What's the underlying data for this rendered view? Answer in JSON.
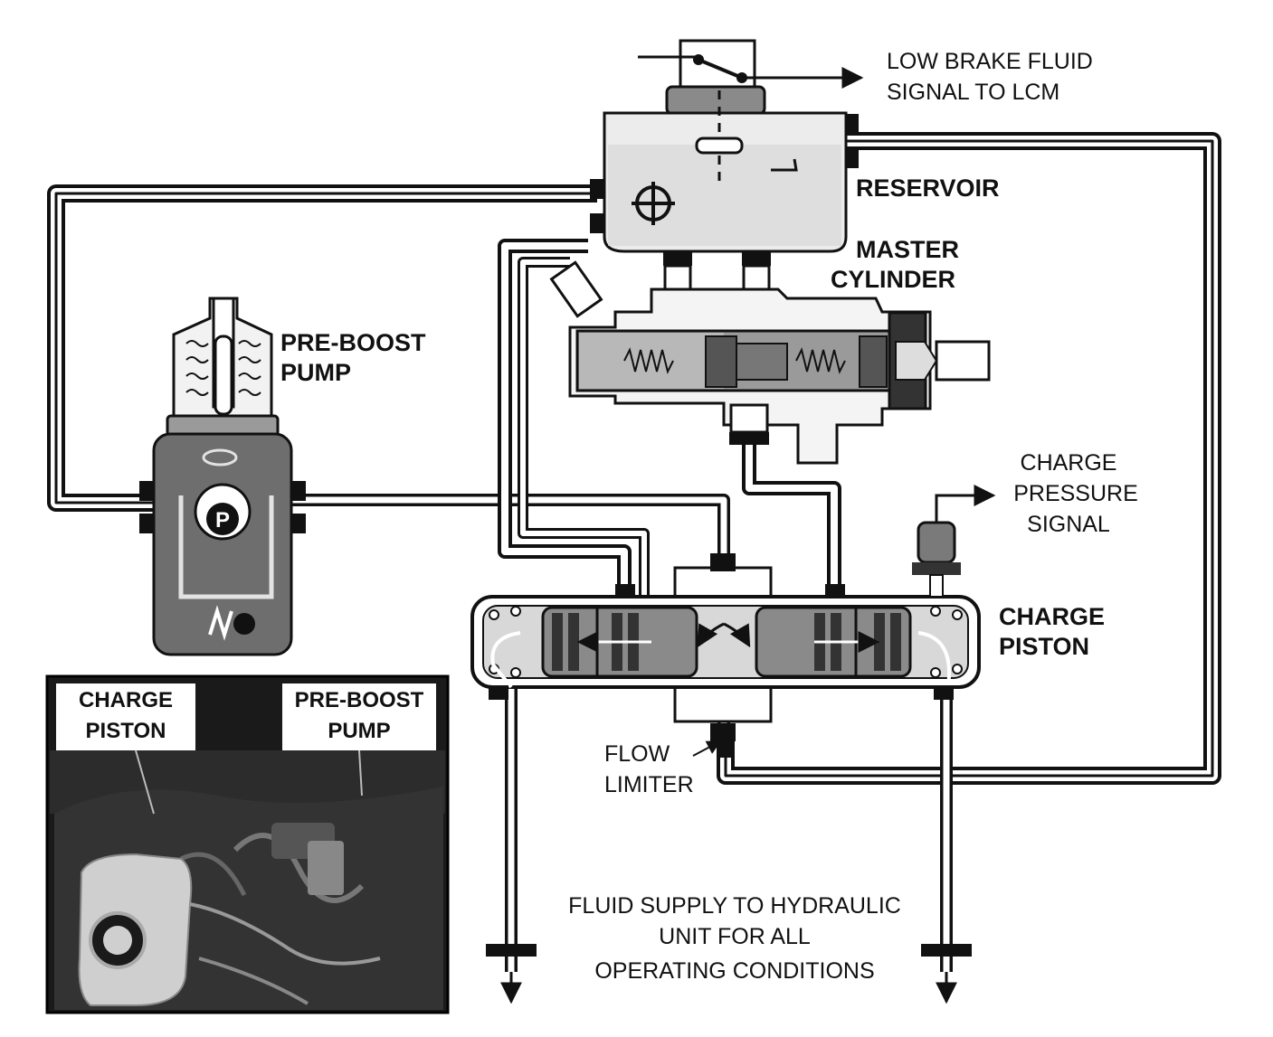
{
  "labels": {
    "low_fluid_line1": "LOW BRAKE FLUID",
    "low_fluid_line2": "SIGNAL TO LCM",
    "reservoir": "RESERVOIR",
    "master_line1": "MASTER",
    "master_line2": "CYLINDER",
    "preboost_line1": "PRE-BOOST",
    "preboost_line2": "PUMP",
    "pump_symbol": "P",
    "charge_signal_line1": "CHARGE",
    "charge_signal_line2": "PRESSURE",
    "charge_signal_line3": "SIGNAL",
    "charge_piston_line1": "CHARGE",
    "charge_piston_line2": "PISTON",
    "flow_limiter_line1": "FLOW",
    "flow_limiter_line2": "LIMITER",
    "supply_line1": "FLUID SUPPLY TO HYDRAULIC",
    "supply_line2": "UNIT FOR ALL",
    "supply_line3": "OPERATING CONDITIONS"
  },
  "photo": {
    "label_left_line1": "CHARGE",
    "label_left_line2": "PISTON",
    "label_right_line1": "PRE-BOOST",
    "label_right_line2": "PUMP"
  },
  "colors": {
    "ink": "#111111",
    "body_gray": "#6e6e6e",
    "light_gray": "#d6d6d6",
    "fluid_gray": "#b8b8b8"
  }
}
